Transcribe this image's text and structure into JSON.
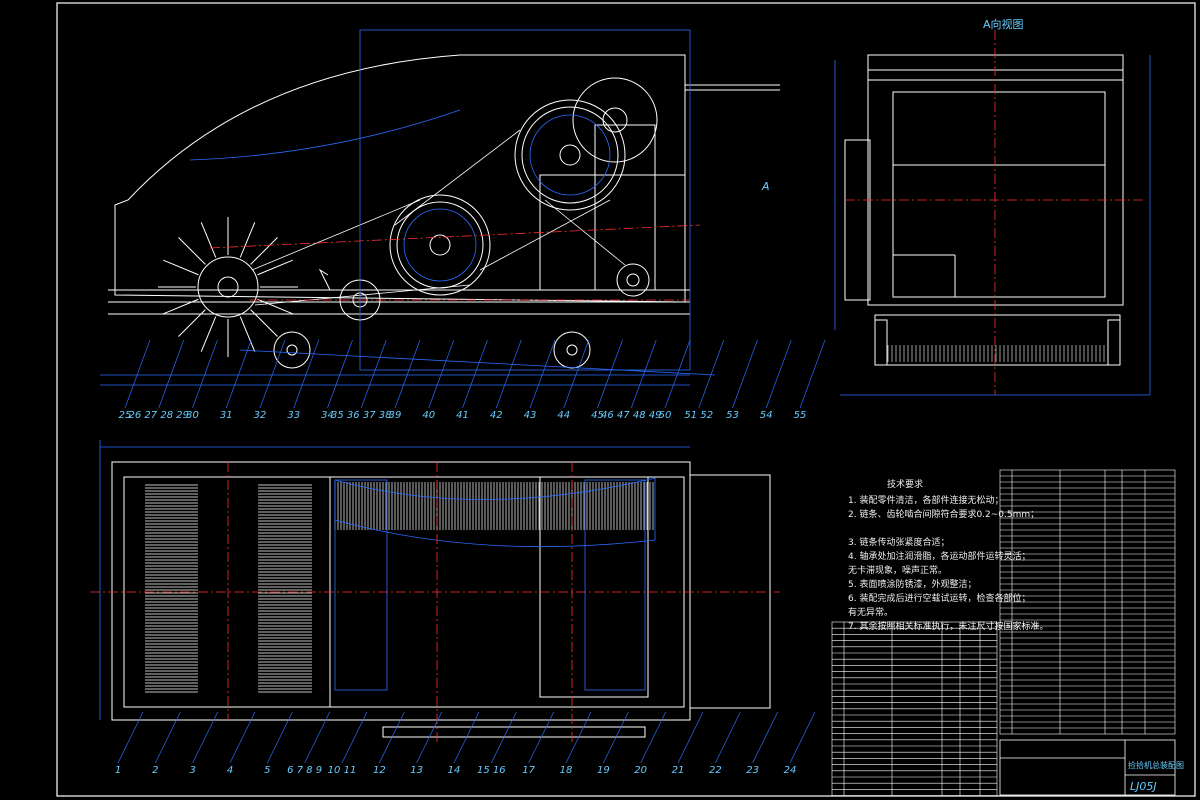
{
  "view_label": "A向视图",
  "arrow_label": "A",
  "balloons_top": [
    "25",
    "26 27 28 29",
    "30",
    "31",
    "32",
    "33",
    "34",
    "35 36 37 38",
    "39",
    "40",
    "41",
    "42",
    "43",
    "44",
    "45",
    "46 47 48 49",
    "50",
    "51 52",
    "53",
    "54",
    "55"
  ],
  "balloons_bottom": [
    "1",
    "2",
    "3",
    "4",
    "5",
    "6 7 8 9",
    "10 11",
    "12",
    "13",
    "14",
    "15 16",
    "17",
    "18",
    "19",
    "20",
    "21",
    "22",
    "23",
    "24"
  ],
  "tech_title": "技术要求",
  "tech_lines": [
    "1. 装配零件清洁，各部件连接无松动；",
    "2. 链条、齿轮啮合间隙符合要求0.2~0.5mm；",
    "",
    "3. 链条传动张紧度合适；",
    "4. 轴承处加注润滑脂，各运动部件运转灵活；",
    "   无卡滞现象，噪声正常。",
    "5. 表面喷涂防锈漆，外观整洁；",
    "6. 装配完成后进行空载试运转，检查各部位；",
    "   有无异常。",
    "7. 其余按照相关标准执行，未注尺寸按国家标准。"
  ],
  "title_block": {
    "name": "捡拾机总装配图",
    "code": "LJ05J"
  },
  "colors": {
    "line": "#ffffff",
    "accent": "#2b6cff",
    "dim": "#4aa3ff",
    "center": "#ff3030"
  }
}
